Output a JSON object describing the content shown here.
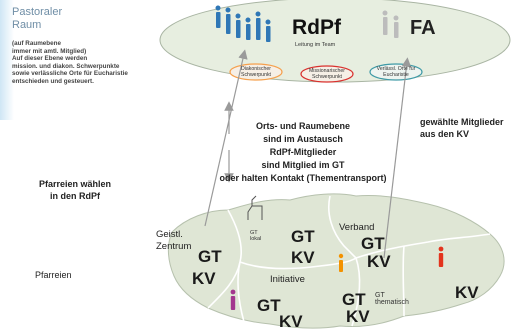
{
  "pastoral_space": {
    "title_line1": "Pastoraler",
    "title_line2": "Raum",
    "note_lines": [
      "(auf Raumebene",
      "immer mit amtl. Mitglied)",
      "Auf dieser Ebene werden",
      "mission. und diakon. Schwerpunkte",
      "sowie verlässliche Orte für Eucharistie",
      "entschieden und gesteuert."
    ]
  },
  "rdpf": {
    "title": "RdPf",
    "subtitle": "Leitung im Team",
    "focus_diaconal": "Diakonischer Schwerpunkt",
    "focus_missionary": "Missionarischer Schwerpunkt",
    "focus_eucharist": "Verlässl. Orte für Eucharistie"
  },
  "fa": {
    "title": "FA"
  },
  "exchange_text_lines": [
    "Orts- und Raumebene",
    "sind im Austausch",
    "RdPf-Mitglieder",
    "sind Mitglied im GT",
    "oder halten Kontakt (Thementransport)"
  ],
  "elected_lines": [
    "gewählte Mitglieder",
    "aus den KV"
  ],
  "parish_choose_lines": [
    "Pfarreien wählen",
    "in den RdPf"
  ],
  "parishes_label": "Pfarreien",
  "map": {
    "gt": "GT",
    "kv": "KV",
    "spiritual_center_line1": "Geistl.",
    "spiritual_center_line2": "Zentrum",
    "gt_local_line1": "GT",
    "gt_local_line2": "lokal",
    "association": "Verband",
    "initiative": "Initiative",
    "gt_thematic_line1": "GT",
    "gt_thematic_line2": "thematisch"
  },
  "colors": {
    "blue_figures": "#2f77b6",
    "grey_figures": "#bcbcbc",
    "orange_info": "#f39200",
    "red_info": "#e3341d",
    "purple_info": "#a3378e",
    "map_fill": "#dfe6d5",
    "top_ellipse": "#e7eee0",
    "oval_orange": "#f5a04d",
    "oval_red": "#d9312e",
    "oval_teal": "#3f9aa6"
  },
  "icons": [
    "person-icon",
    "info-icon",
    "church-icon",
    "arrow-icon"
  ]
}
